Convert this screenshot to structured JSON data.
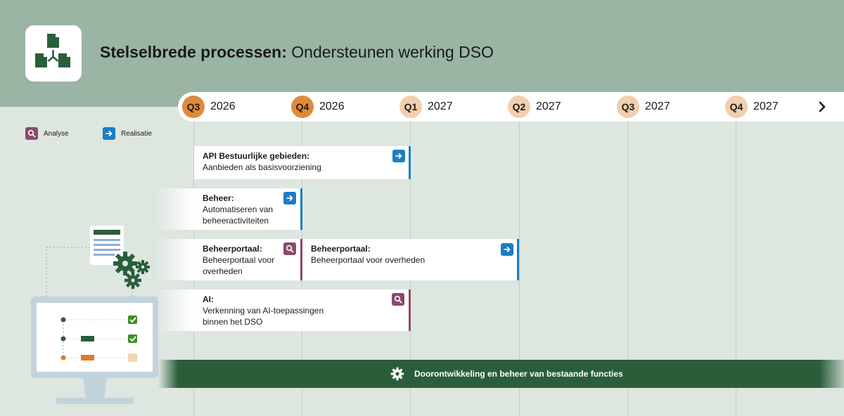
{
  "header": {
    "title_bold": "Stelselbrede processen:",
    "title_rest": " Ondersteunen werking DSO",
    "logo_icon": "document-flow-icon"
  },
  "timeline": {
    "quarters": [
      {
        "label": "Q3",
        "year": "2026",
        "state": "active"
      },
      {
        "label": "Q4",
        "year": "2026",
        "state": "active"
      },
      {
        "label": "Q1",
        "year": "2027",
        "state": "future"
      },
      {
        "label": "Q2",
        "year": "2027",
        "state": "future"
      },
      {
        "label": "Q3",
        "year": "2027",
        "state": "future"
      },
      {
        "label": "Q4",
        "year": "2027",
        "state": "future"
      }
    ],
    "next_icon": "chevron-right-icon"
  },
  "legend": {
    "analyse": "Analyse",
    "realisatie": "Realisatie"
  },
  "cards": {
    "api": {
      "title": "API Bestuurlijke gebieden:",
      "text": "Aanbieden als basisvoorziening",
      "phase": "Realisatie"
    },
    "beheer": {
      "title": "Beheer:",
      "line1": "Automatiseren van",
      "line2": "beheeractiviteiten",
      "phase": "Realisatie"
    },
    "beheerportaal_a": {
      "title": "Beheerportaal:",
      "line1": "Beheerportaal voor",
      "line2": "overheden",
      "phase": "Analyse"
    },
    "beheerportaal_r": {
      "title": "Beheerportaal:",
      "text": "Beheerportaal voor overheden",
      "phase": "Realisatie"
    },
    "ai": {
      "title": "AI:",
      "line1": "Verkenning van AI-toepassingen",
      "line2": "binnen het DSO",
      "phase": "Analyse"
    }
  },
  "band": {
    "text": "Doorontwikkeling en beheer van bestaande functies",
    "icon": "gear-icon"
  },
  "colors": {
    "header_bg": "#9ab5a3",
    "page_bg": "#dde6df",
    "analyse": "#8a4a6c",
    "realisatie": "#1b7ec2",
    "quarter_active": "#e08a3a",
    "quarter_future": "#f2cfae",
    "band": "#2a5e3a"
  }
}
